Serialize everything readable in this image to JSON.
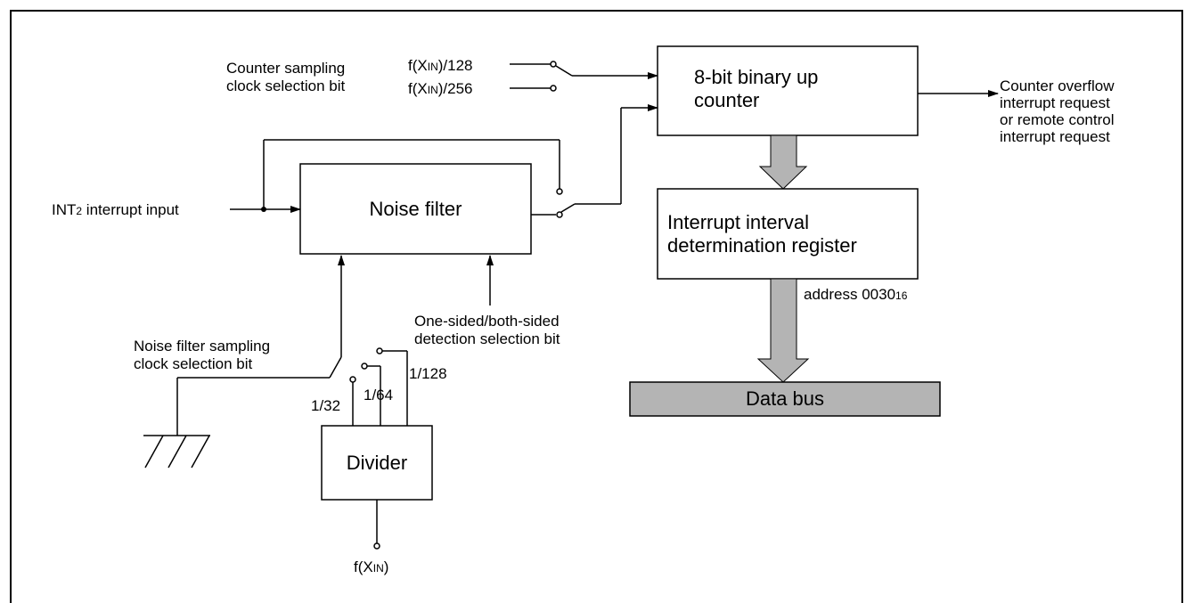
{
  "counter_sampling_label": [
    "Counter sampling",
    "clock selection bit"
  ],
  "clock_option_128": {
    "prefix": "f(X",
    "sub": "IN",
    "suffix": ")/128"
  },
  "clock_option_256": {
    "prefix": "f(X",
    "sub": "IN",
    "suffix": ")/256"
  },
  "counter_block": [
    "8-bit binary up",
    "counter"
  ],
  "overflow_output": [
    "Counter overflow",
    "interrupt request",
    "or remote control",
    "interrupt request"
  ],
  "int2_input": {
    "prefix": "INT",
    "sub": "2",
    "suffix": " interrupt input"
  },
  "noise_filter_block": "Noise filter",
  "interval_register_block": [
    "Interrupt interval",
    "determination register"
  ],
  "register_address": {
    "prefix": "address 0030",
    "sub": "16"
  },
  "detection_selection": [
    "One-sided/both-sided",
    "detection selection bit"
  ],
  "noise_sampling_label": [
    "Noise filter sampling",
    "clock selection bit"
  ],
  "divider_outputs": [
    "1/32",
    "1/64",
    "1/128"
  ],
  "divider_block": "Divider",
  "divider_input": {
    "prefix": "f(X",
    "sub": "IN",
    "suffix": ")"
  },
  "data_bus": "Data bus",
  "colors": {
    "bus_fill": "#b4b4b4",
    "line": "#000000"
  }
}
